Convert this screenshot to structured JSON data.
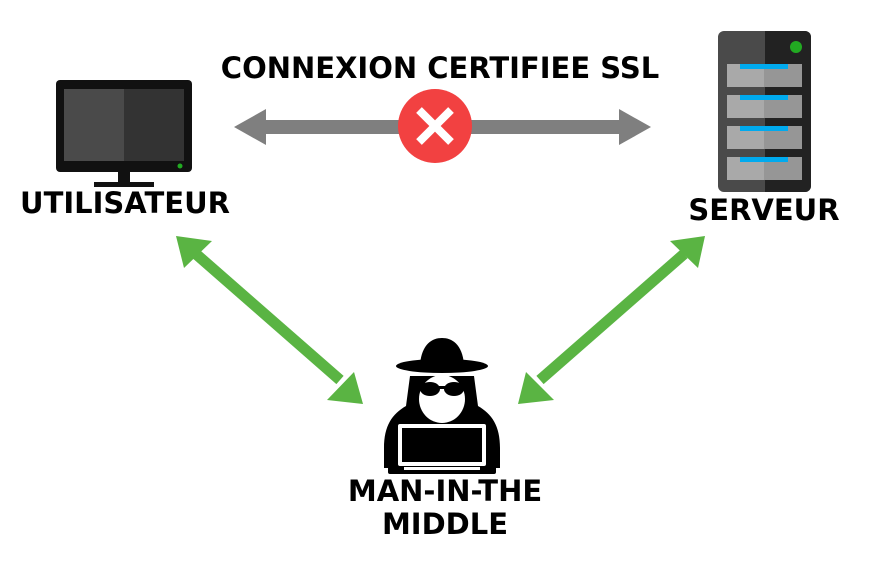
{
  "connection": {
    "title": "CONNEXION CERTIFIEE SSL",
    "status_icon": "red-x-icon"
  },
  "user": {
    "label": "UTILISATEUR",
    "icon": "monitor-icon"
  },
  "server": {
    "label": "SERVEUR",
    "icon": "server-tower-icon"
  },
  "attacker": {
    "label_line1": "MAN-IN-THE",
    "label_line2": "MIDDLE",
    "icon": "hacker-icon"
  },
  "colors": {
    "ssl_arrow": "#7f7f7f",
    "mitm_arrows": "#5ab443",
    "blocked": "#f24141",
    "server_light": "#00aaee",
    "status_led": "#22aa22"
  }
}
